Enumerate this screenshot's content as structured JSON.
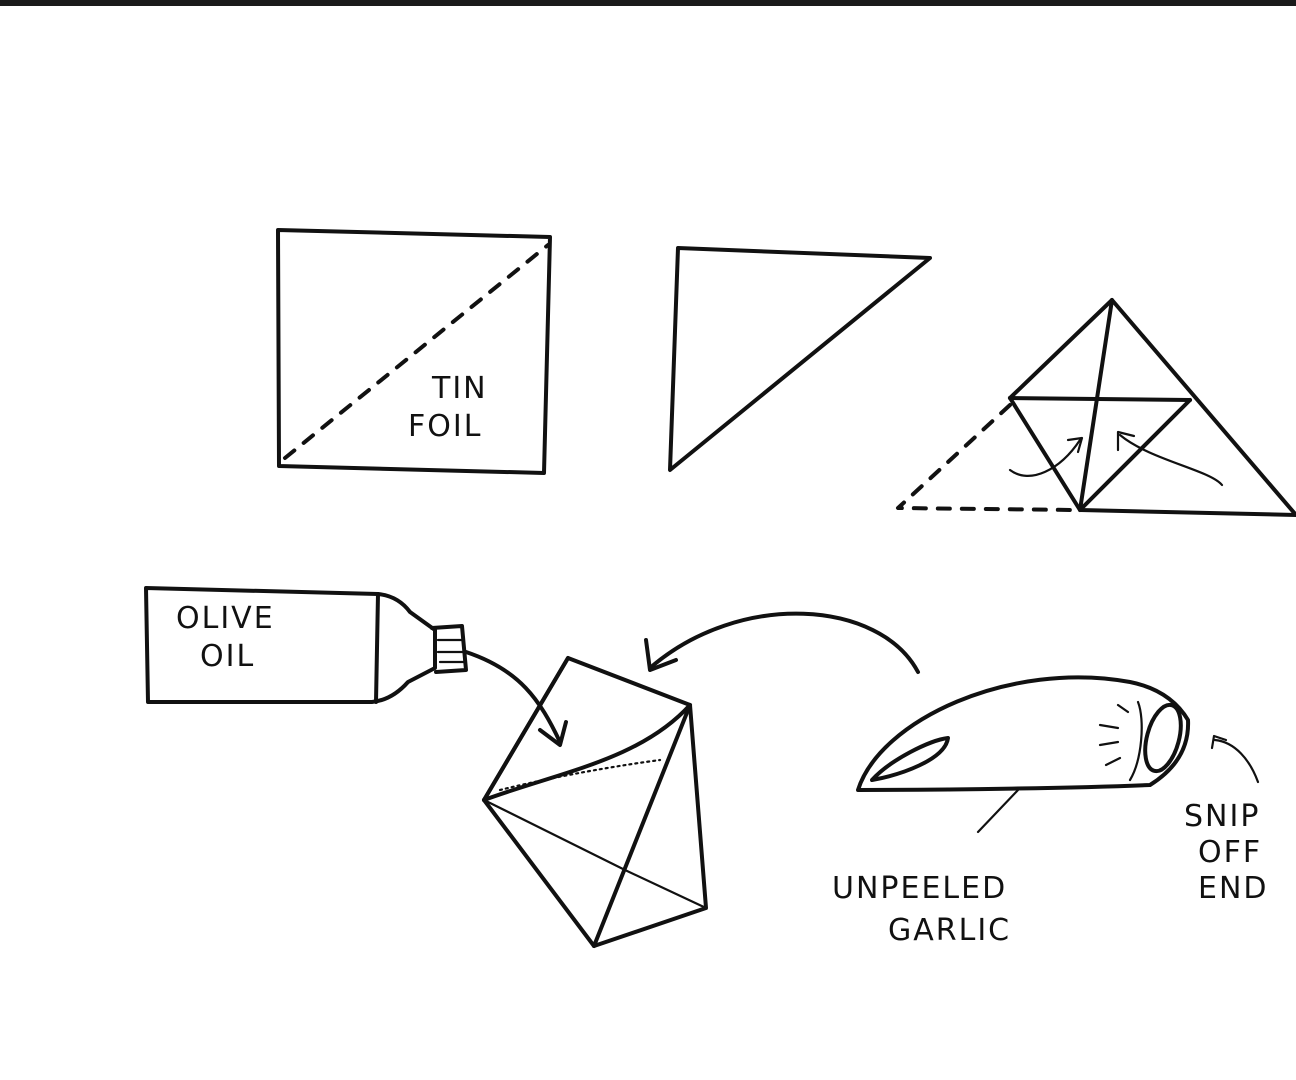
{
  "labels": {
    "tin_foil_line1": "TIN",
    "tin_foil_line2": "FOIL",
    "olive_oil_line1": "OLIVE",
    "olive_oil_line2": "OIL",
    "garlic_line1": "UNPEELED",
    "garlic_line2": "GARLIC",
    "snip_line1": "SNIP",
    "snip_line2": "OFF",
    "snip_line3": "END"
  },
  "colors": {
    "ink": "#111111",
    "paper": "#ffffff",
    "scan_bar": "#1a1a1a"
  }
}
